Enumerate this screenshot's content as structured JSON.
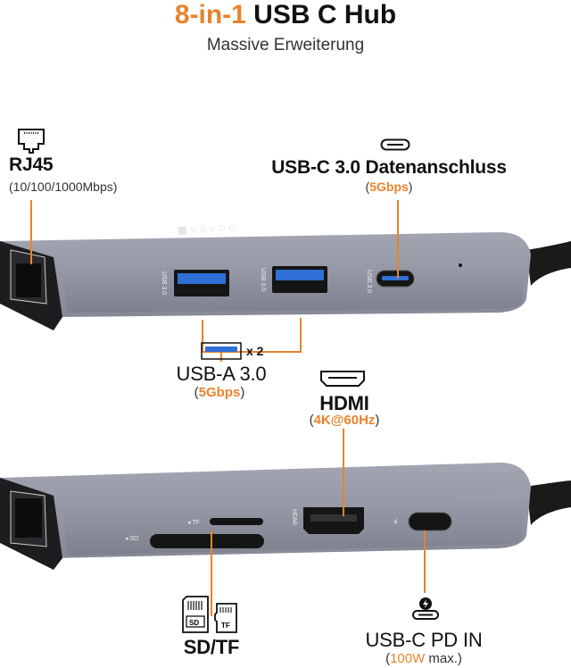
{
  "title": {
    "highlight": "8-in-1",
    "rest": "USB C Hub"
  },
  "subtitle": "Massive Erweiterung",
  "colors": {
    "accent": "#e9832a",
    "hub_body": "#8a8d99",
    "port_blue": "#2f6fd6"
  },
  "ports": {
    "rj45": {
      "icon": "ethernet-port-icon",
      "label": "RJ45",
      "spec": "(10/100/1000Mbps)"
    },
    "usbc_data": {
      "icon": "usb-c-icon",
      "label": "USB-C 3.0 Datenanschluss",
      "spec_open": "(",
      "spec_value": "5Gbps",
      "spec_close": ")"
    },
    "usba": {
      "icon": "usb-a-icon",
      "count": "x 2",
      "label": "USB-A 3.0",
      "spec_open": "(",
      "spec_value": "5Gbps",
      "spec_close": ")"
    },
    "hdmi": {
      "icon": "hdmi-icon",
      "label": "HDMI",
      "spec_open": "(",
      "spec_value": "4K@60Hz",
      "spec_close": ")"
    },
    "sdtf": {
      "icon": "sd-tf-card-icon",
      "label": "SD/TF",
      "sd": "SD",
      "tf": "TF"
    },
    "usbc_pd": {
      "icon": "usb-c-power-icon",
      "label": "USB-C PD IN",
      "spec_open": "(",
      "spec_value": "100W",
      "spec_rest": " max.)"
    }
  },
  "hub_markings": {
    "brand": "NOVOO",
    "usb3": "USB 3.0",
    "tf": "◂ TF",
    "sd": "◂ SD",
    "hdmi": "HDMI"
  }
}
